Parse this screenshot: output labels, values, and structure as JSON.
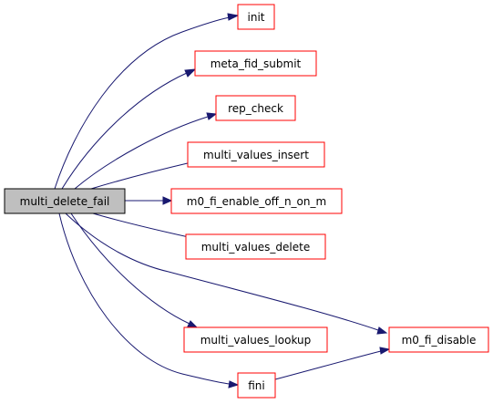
{
  "graph": {
    "root": "multi_delete_fail",
    "nodes": [
      {
        "id": "multi_delete_fail",
        "label": "multi_delete_fail",
        "root": true
      },
      {
        "id": "init",
        "label": "init"
      },
      {
        "id": "meta_fid_submit",
        "label": "meta_fid_submit"
      },
      {
        "id": "rep_check",
        "label": "rep_check"
      },
      {
        "id": "multi_values_insert",
        "label": "multi_values_insert"
      },
      {
        "id": "m0_fi_enable_off_n_on_m",
        "label": "m0_fi_enable_off_n_on_m"
      },
      {
        "id": "multi_values_delete",
        "label": "multi_values_delete"
      },
      {
        "id": "multi_values_lookup",
        "label": "multi_values_lookup"
      },
      {
        "id": "fini",
        "label": "fini"
      },
      {
        "id": "m0_fi_disable",
        "label": "m0_fi_disable"
      }
    ],
    "edges": [
      {
        "from": "multi_delete_fail",
        "to": "init"
      },
      {
        "from": "multi_delete_fail",
        "to": "meta_fid_submit"
      },
      {
        "from": "multi_delete_fail",
        "to": "rep_check"
      },
      {
        "from": "multi_delete_fail",
        "to": "multi_values_insert"
      },
      {
        "from": "multi_delete_fail",
        "to": "m0_fi_enable_off_n_on_m"
      },
      {
        "from": "multi_delete_fail",
        "to": "multi_values_delete"
      },
      {
        "from": "multi_delete_fail",
        "to": "m0_fi_disable"
      },
      {
        "from": "multi_delete_fail",
        "to": "multi_values_lookup"
      },
      {
        "from": "multi_delete_fail",
        "to": "fini"
      },
      {
        "from": "fini",
        "to": "m0_fi_disable"
      }
    ]
  },
  "colors": {
    "edge": "#191970",
    "node_border": "#ff0000",
    "root_fill": "#bfbfbf",
    "root_border": "#000000"
  }
}
